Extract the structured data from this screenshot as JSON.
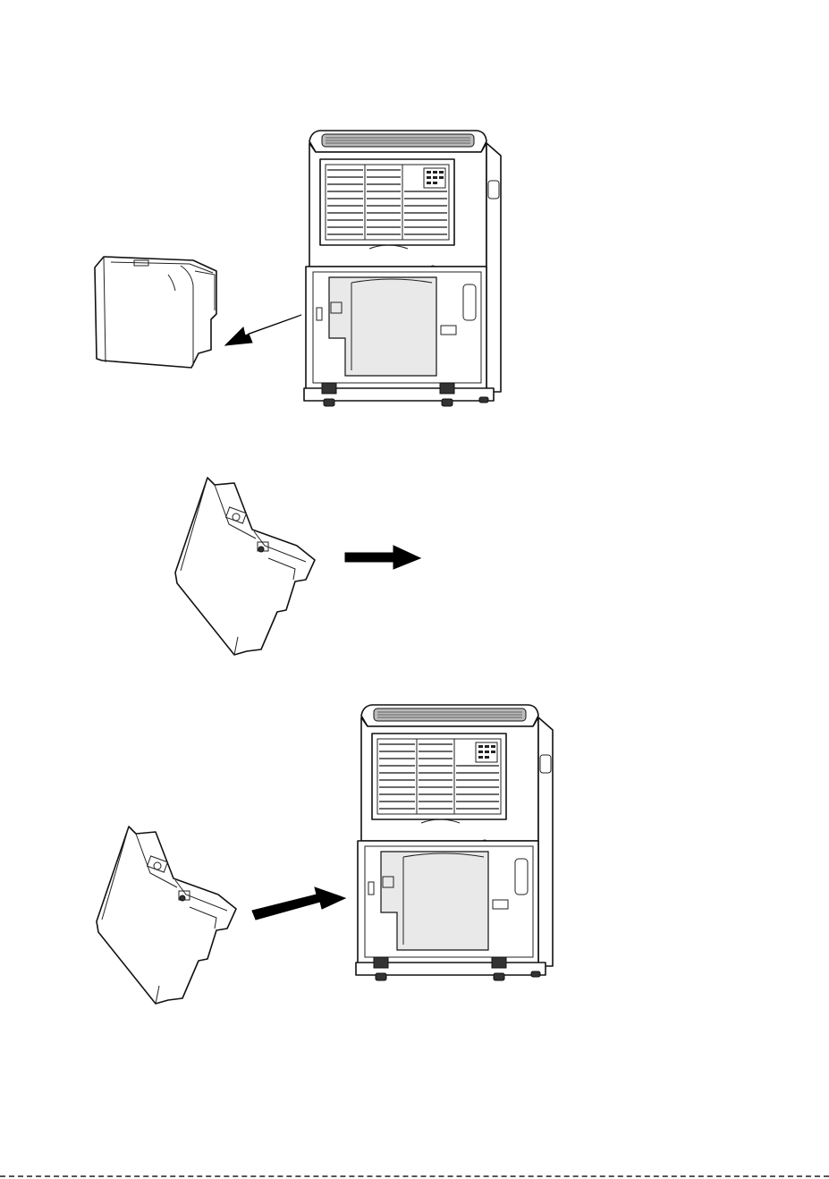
{
  "figure": {
    "steps": [
      {
        "action": "remove-tank-from-dehumidifier",
        "arrow": "leftward"
      },
      {
        "action": "empty-tank",
        "arrow": "rightward"
      },
      {
        "action": "reinsert-tank-into-dehumidifier",
        "arrow": "rightward"
      }
    ]
  },
  "colors": {
    "line": "#111111",
    "background": "#ffffff",
    "arrow": "#000000"
  }
}
